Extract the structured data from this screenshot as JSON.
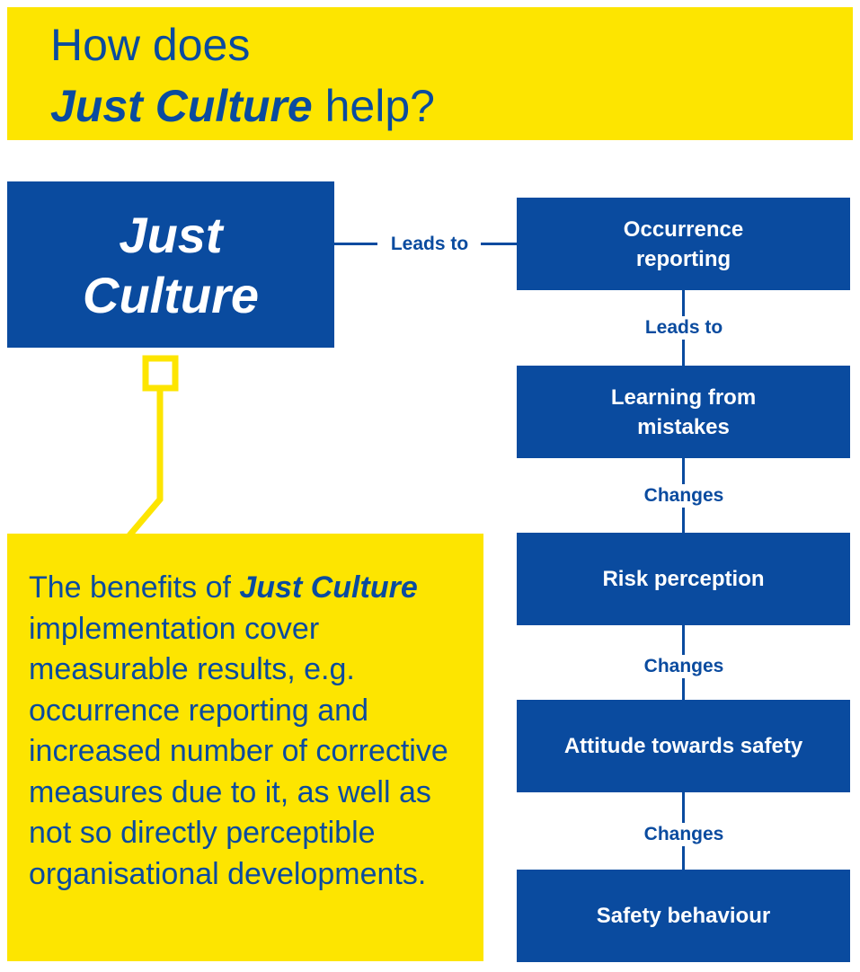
{
  "title": {
    "line1": "How does",
    "line2_emphasis": "Just Culture",
    "line2_rest": " help?"
  },
  "just_culture_box": {
    "line1": "Just",
    "line2": "Culture"
  },
  "connectors": {
    "jc_to_reporting": "Leads to",
    "reporting_to_learning": "Leads to",
    "learning_to_risk": "Changes",
    "risk_to_attitude": "Changes",
    "attitude_to_behaviour": "Changes"
  },
  "steps": [
    {
      "line1": "Occurrence",
      "line2": "reporting"
    },
    {
      "line1": "Learning from",
      "line2": "mistakes"
    },
    {
      "line1": "Risk perception",
      "line2": ""
    },
    {
      "line1": "Attitude towards safety",
      "line2": ""
    },
    {
      "line1": "Safety behaviour",
      "line2": ""
    }
  ],
  "note": {
    "intro": "The benefits of ",
    "emphasis": "Just Culture",
    "rest": " implementation cover measurable results, e.g. occurrence reporting and increased number of corrective measures due to it, as well as not so directly perceptible organisational developments."
  },
  "colors": {
    "brand_blue": "#0a4b9f",
    "brand_yellow": "#fde500"
  }
}
